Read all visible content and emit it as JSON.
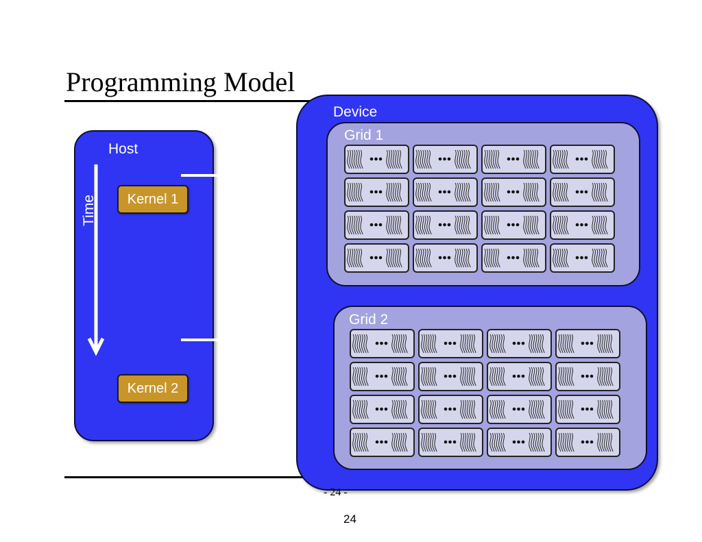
{
  "slide": {
    "title": "Programming Model",
    "footer": "- 24 -",
    "page_number": "24"
  },
  "host": {
    "label": "Host",
    "time_label": "Time",
    "kernels": [
      "Kernel 1",
      "Kernel 2"
    ]
  },
  "device": {
    "label": "Device",
    "grids": [
      {
        "label": "Grid 1",
        "rows": 4,
        "cols": 4
      },
      {
        "label": "Grid 2",
        "rows": 4,
        "cols": 4
      }
    ]
  },
  "colors": {
    "container_blue": "#2f35f2",
    "grid_fill": "#a3a3df",
    "block_fill": "#d5d5ec",
    "kernel_fill": "#c8952a"
  }
}
